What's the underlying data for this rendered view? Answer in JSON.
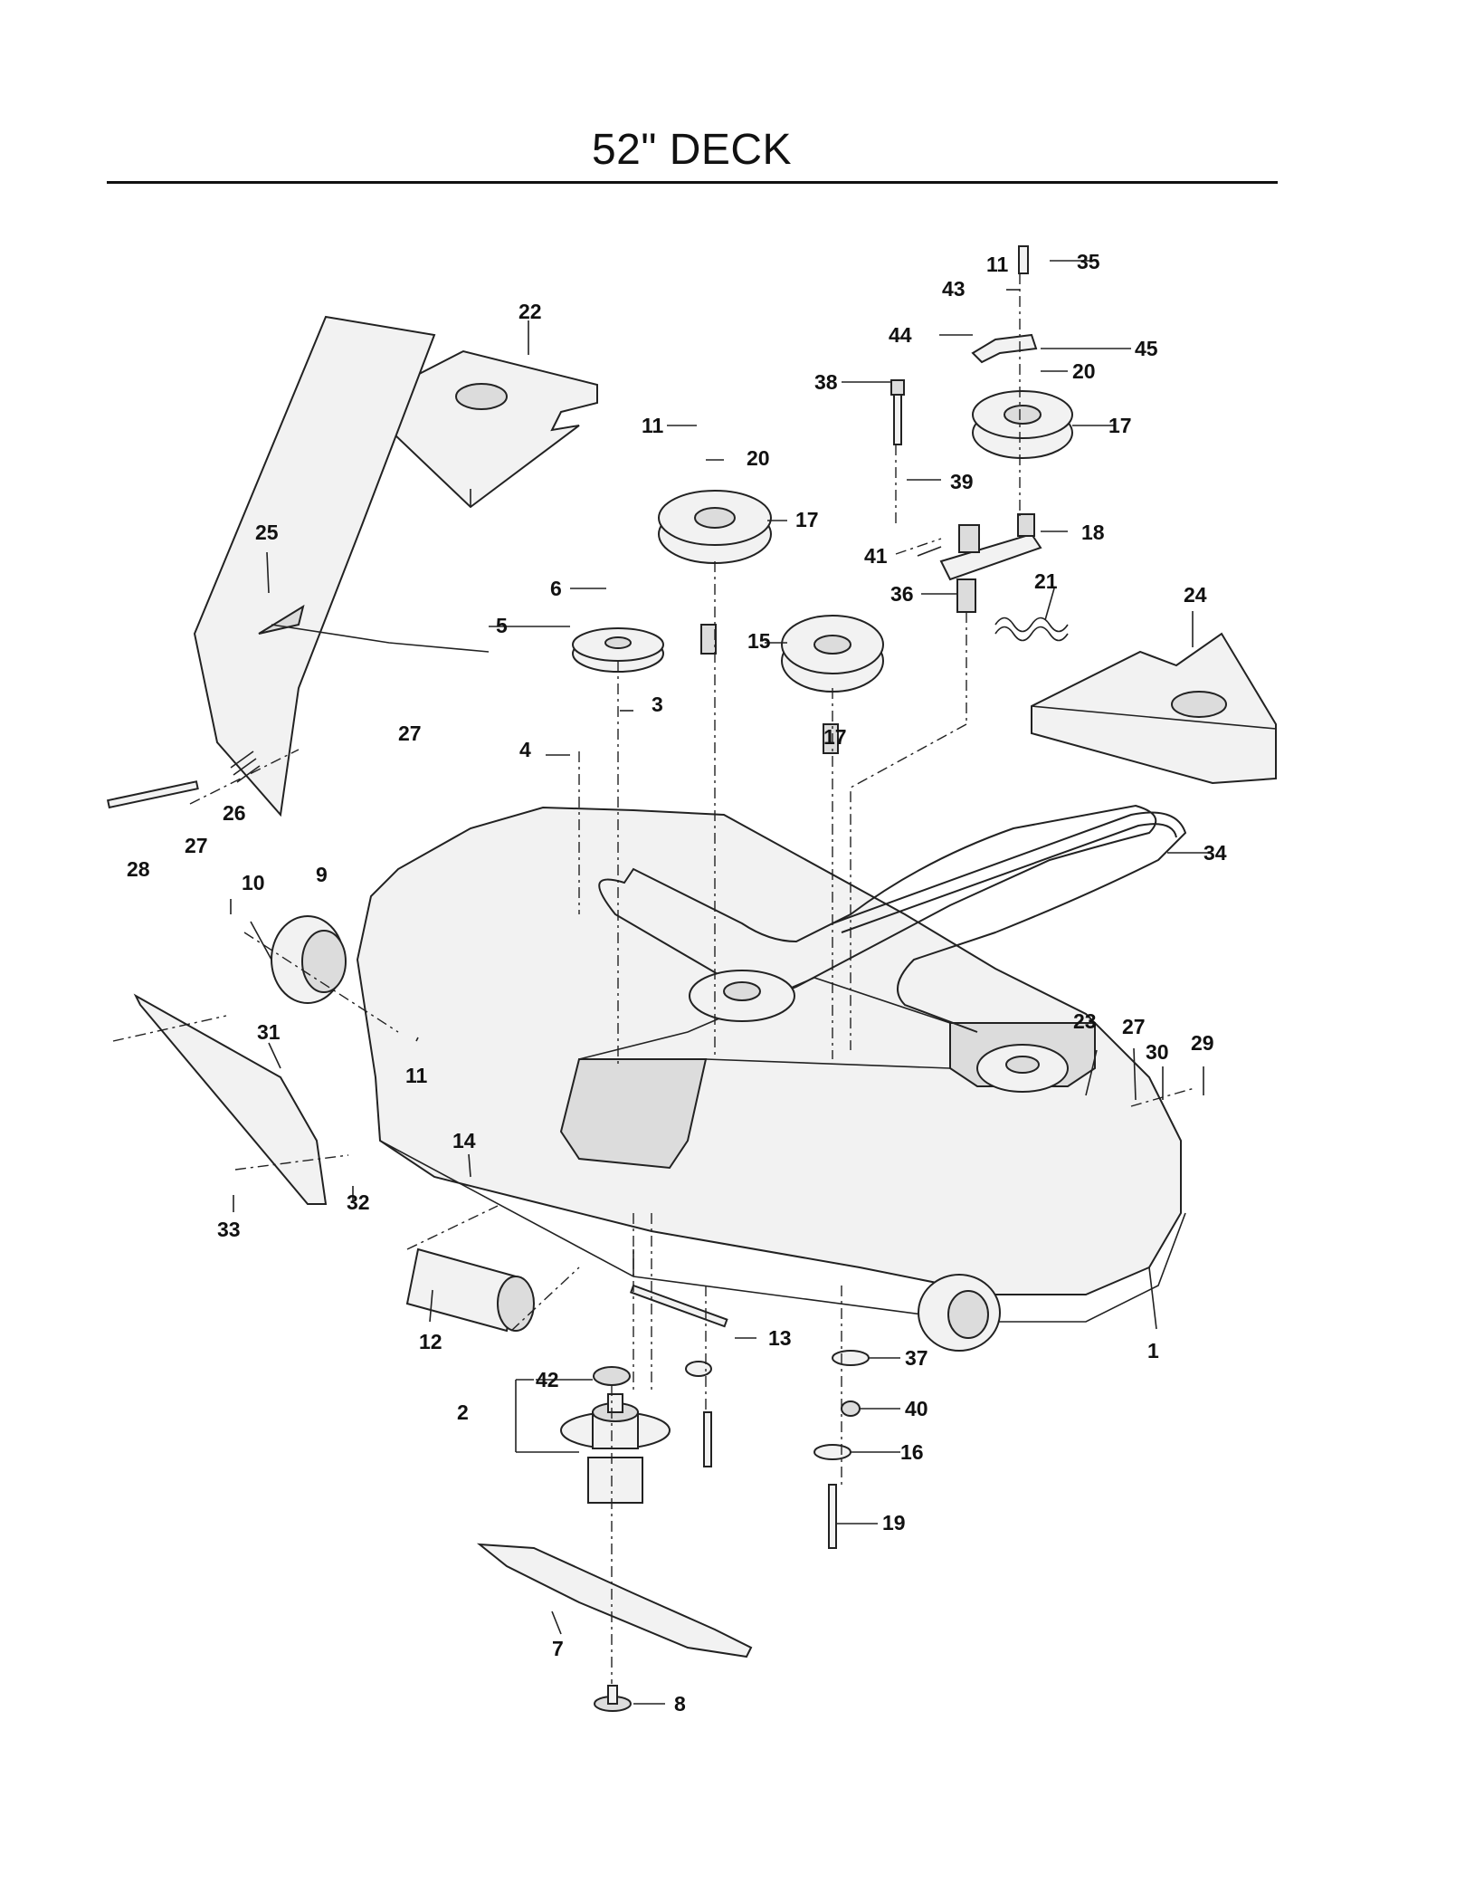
{
  "title": "52\" DECK",
  "callouts": [
    "1",
    "2",
    "3",
    "4",
    "5",
    "6",
    "7",
    "8",
    "9",
    "10",
    "11",
    "11",
    "11",
    "12",
    "13",
    "14",
    "15",
    "16",
    "17",
    "17",
    "17",
    "18",
    "19",
    "20",
    "20",
    "21",
    "22",
    "23",
    "24",
    "25",
    "26",
    "27",
    "27",
    "27",
    "28",
    "29",
    "30",
    "31",
    "32",
    "33",
    "34",
    "35",
    "36",
    "37",
    "38",
    "39",
    "40",
    "41",
    "42",
    "43",
    "44",
    "45"
  ]
}
